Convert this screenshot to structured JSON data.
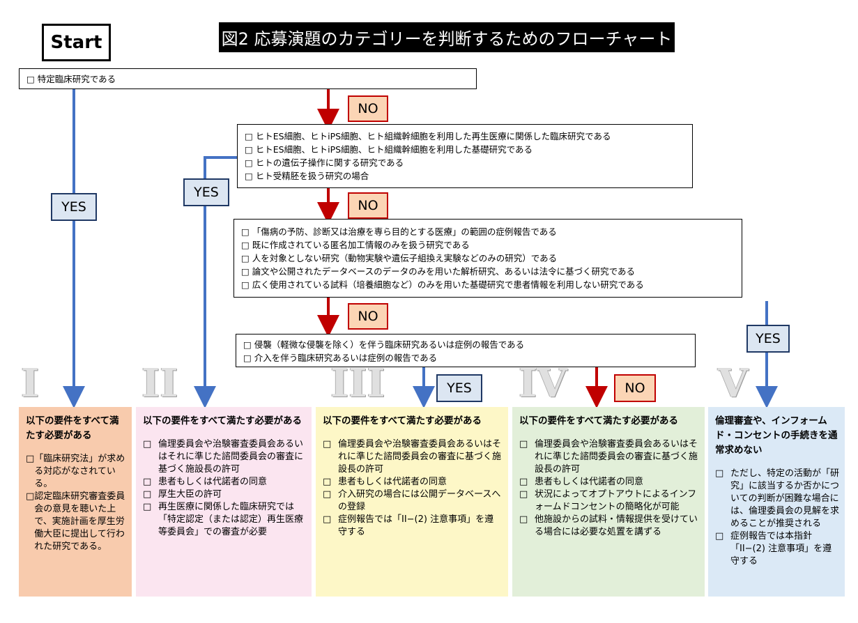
{
  "start_label": "Start",
  "title": "図2  応募演題のカテゴリーを判断するためのフローチャート",
  "q1": {
    "items": [
      "□  特定臨床研究である"
    ]
  },
  "q2": {
    "items": [
      "□  ヒトES細胞、ヒトiPS細胞、ヒト組織幹細胞を利用した再生医療に関係した臨床研究である",
      "□  ヒトES細胞、ヒトiPS細胞、ヒト組織幹細胞を利用した基礎研究である",
      "□  ヒトの遺伝子操作に関する研究である",
      "□  ヒト受精胚を扱う研究の場合"
    ]
  },
  "q3": {
    "items": [
      "□ 「傷病の予防、診断又は治療を専ら目的とする医療」の範囲の症例報告である",
      "□  既に作成されている匿名加工情報のみを扱う研究である",
      "□  人を対象としない研究（動物実験や遺伝子組換え実験などのみの研究）である",
      "□  論文や公開されたデータベースのデータのみを用いた解析研究、あるいは法令に基づく研究である",
      "□  広く使用されている試料（培養細胞など）のみを用いた基礎研究で患者情報を利用しない研究である"
    ]
  },
  "q4": {
    "items": [
      "□  侵襲（軽微な侵襲を除く）を伴う臨床研究あるいは症例の報告である",
      "□  介入を伴う臨床研究あるいは症例の報告である"
    ]
  },
  "labels": {
    "yes": "YES",
    "no": "NO"
  },
  "roman": [
    "I",
    "II",
    "III",
    "IV",
    "V"
  ],
  "categories": [
    {
      "heading": "以下の要件をすべて満たす必要がある",
      "items": [
        {
          "check": "□",
          "text": "「臨床研究法」が求める対応がなされている。"
        },
        {
          "check": "□",
          "text": "認定臨床研究審査委員会の意見を聴いた上で、実施計画を厚生労働大臣に提出して行われた研究である。"
        }
      ]
    },
    {
      "heading": "以下の要件をすべて満たす必要がある",
      "items": [
        {
          "check": "□",
          "text": "倫理委員会や治験審査委員会あるいはそれに準じた諮問委員会の審査に基づく施設長の許可"
        },
        {
          "check": "□",
          "text": "患者もしくは代諾者の同意"
        },
        {
          "check": "□",
          "text": "厚生大臣の許可"
        },
        {
          "check": "□",
          "text": "再生医療に関係した臨床研究では「特定認定（または認定）再生医療等委員会」での審査が必要"
        }
      ]
    },
    {
      "heading": "以下の要件をすべて満たす必要がある",
      "items": [
        {
          "check": "□",
          "text": "倫理委員会や治験審査委員会あるいはそれに準じた諮問委員会の審査に基づく施設長の許可"
        },
        {
          "check": "□",
          "text": "患者もしくは代諾者の同意"
        },
        {
          "check": "□",
          "text": "介入研究の場合には公開データベースへの登録"
        },
        {
          "check": "□",
          "text": "症例報告では「II−(2) 注意事項」を遵守する"
        }
      ]
    },
    {
      "heading": "以下の要件をすべて満たす必要がある",
      "items": [
        {
          "check": "□",
          "text": "倫理委員会や治験審査委員会あるいはそれに準じた諮問委員会の審査に基づく施設長の許可"
        },
        {
          "check": "□",
          "text": "患者もしくは代諾者の同意"
        },
        {
          "check": "□",
          "text": "状況によってオプトアウトによるインフォームドコンセントの簡略化が可能"
        },
        {
          "check": "□",
          "text": "他施設からの試料・情報提供を受けている場合には必要な処置を講ずる"
        }
      ]
    },
    {
      "heading": "倫理審査や、インフォームド・コンセントの手続きを通常求めない",
      "items": [
        {
          "check": "□",
          "text": "ただし、特定の活動が「研究」に該当するか否かについての判断が困難な場合には、倫理委員会の見解を求めることが推奨される"
        },
        {
          "check": "□",
          "text": "症例報告では本指針「II−(2) 注意事項」を遵守する"
        }
      ]
    }
  ],
  "colors": {
    "blue_arrow": "#4472c4",
    "red_arrow": "#c00000",
    "cat1_bg": "#f8cbad",
    "cat2_bg": "#fbe5f0",
    "cat3_bg": "#fdf7c7",
    "cat4_bg": "#e2efd9",
    "cat5_bg": "#dbe9f6"
  }
}
